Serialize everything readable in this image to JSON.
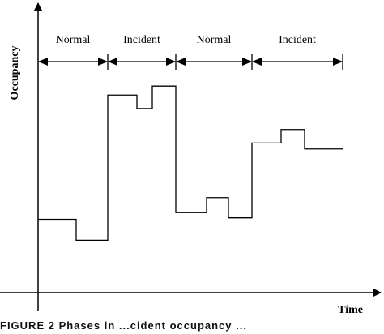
{
  "chart_data": {
    "type": "line",
    "step": true,
    "xlabel": "Time",
    "ylabel": "Occupancy",
    "axis_ticks": "none",
    "grid": false,
    "periods": [
      {
        "label": "Normal",
        "start": 0,
        "end": 86
      },
      {
        "label": "Incident",
        "start": 86,
        "end": 170
      },
      {
        "label": "Normal",
        "start": 170,
        "end": 264
      },
      {
        "label": "Incident",
        "start": 264,
        "end": 376
      }
    ],
    "series": [
      {
        "points": [
          [
            0,
            98
          ],
          [
            47,
            98
          ],
          [
            47,
            70
          ],
          [
            86,
            70
          ],
          [
            86,
            264
          ],
          [
            122,
            264
          ],
          [
            122,
            246
          ],
          [
            141,
            246
          ],
          [
            141,
            276
          ],
          [
            170,
            276
          ],
          [
            170,
            107
          ],
          [
            208,
            107
          ],
          [
            208,
            127
          ],
          [
            235,
            127
          ],
          [
            235,
            100
          ],
          [
            264,
            100
          ],
          [
            264,
            200
          ],
          [
            300,
            200
          ],
          [
            300,
            218
          ],
          [
            329,
            218
          ],
          [
            329,
            192
          ],
          [
            376,
            192
          ]
        ]
      }
    ],
    "xlim": [
      0,
      376
    ],
    "ylim": [
      0,
      391
    ]
  },
  "caption": {
    "text": "FIGURE 2 Phases in ...cident occupancy ..."
  }
}
